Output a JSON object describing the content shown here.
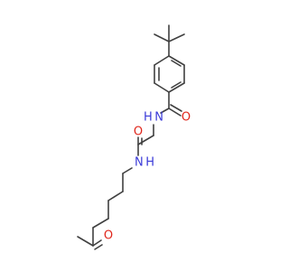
{
  "molecule": {
    "atoms": {
      "o_amide1": {
        "label": "O",
        "color": "#e0261b"
      },
      "n_amide1": {
        "label": "H N",
        "color": "#3a3ad8"
      },
      "o_amide2": {
        "label": "O",
        "color": "#e0261b"
      },
      "n_amide2": {
        "label": "N H",
        "color": "#3a3ad8"
      },
      "o_ketone": {
        "label": "O",
        "color": "#e0261b"
      }
    },
    "bond_color": "#404040"
  }
}
